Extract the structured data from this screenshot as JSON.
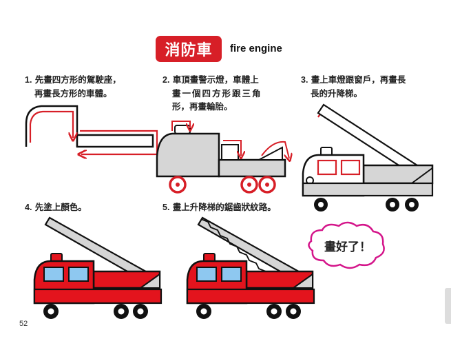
{
  "header": {
    "title_zh": "消防車",
    "title_en": "fire engine"
  },
  "steps": [
    {
      "number": "1.",
      "lines": [
        "先畫四方形的駕駛座，",
        "再畫長方形的車體。"
      ]
    },
    {
      "number": "2.",
      "lines": [
        "車頂畫警示燈，車體上",
        "畫一個四方形跟三角",
        "形，再畫輪胎。"
      ]
    },
    {
      "number": "3.",
      "lines": [
        "畫上車燈跟窗戶，再畫長",
        "長的升降梯。"
      ]
    },
    {
      "number": "4.",
      "lines": [
        "先塗上顏色。"
      ]
    },
    {
      "number": "5.",
      "lines": [
        "畫上升降梯的鋸齒狀紋路。"
      ]
    }
  ],
  "done_label": "畫好了！",
  "page_number": "52",
  "colors": {
    "accent_red": "#d71f27",
    "engine_red": "#e3141d",
    "window_blue": "#8ec8f0",
    "body_gray": "#d6d6d6",
    "arrow_red": "#d71f27",
    "cloud_pink": "#d4158a"
  }
}
